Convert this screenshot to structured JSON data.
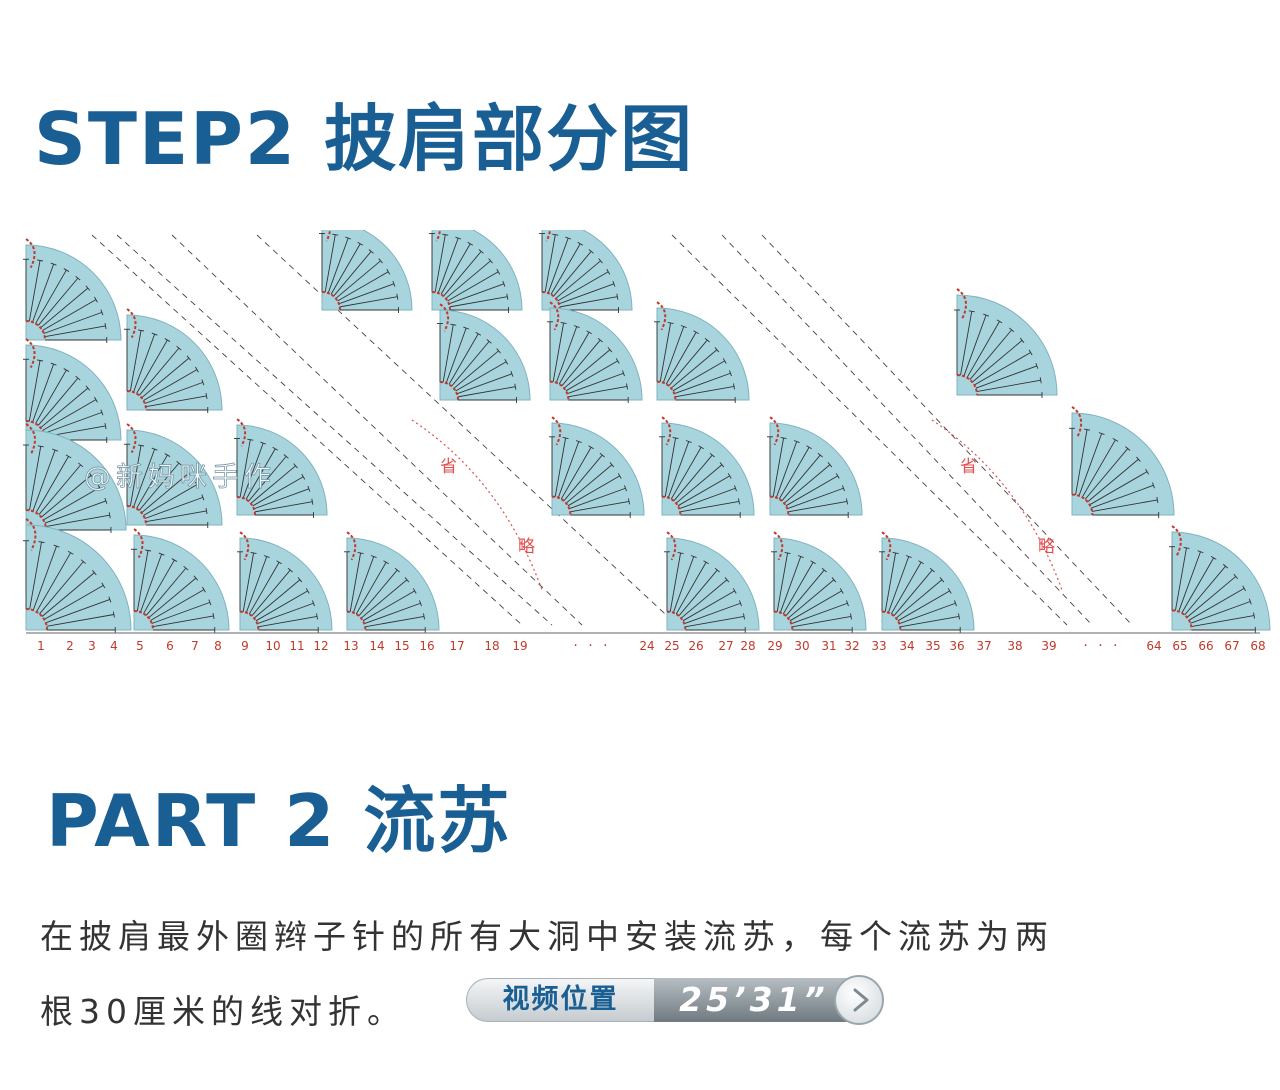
{
  "step_heading": "STEP2 披肩部分图",
  "chart": {
    "watermark": "@新妈咪手作",
    "omitted_markers": [
      "省",
      "略"
    ],
    "ellipsis": "· · ·",
    "column_numbers": [
      "1",
      "2",
      "3",
      "4",
      "5",
      "6",
      "7",
      "8",
      "9",
      "10",
      "11",
      "12",
      "13",
      "14",
      "15",
      "16",
      "17",
      "18",
      "19",
      "24",
      "25",
      "26",
      "27",
      "28",
      "29",
      "30",
      "31",
      "32",
      "33",
      "34",
      "35",
      "36",
      "37",
      "38",
      "39",
      "64",
      "65",
      "66",
      "67",
      "68"
    ]
  },
  "part_heading": "PART 2 流苏",
  "description": {
    "line1": "在披肩最外圈辫子针的所有大洞中安装流苏，每个流苏为两",
    "line2": "根30厘米的线对折。"
  },
  "video_badge": {
    "label": "视频位置",
    "time": "25’31”"
  },
  "colors": {
    "heading": "#1a5f93",
    "fan_fill": "#a8d4de",
    "chain_red": "#c0392b",
    "text": "#333333"
  }
}
